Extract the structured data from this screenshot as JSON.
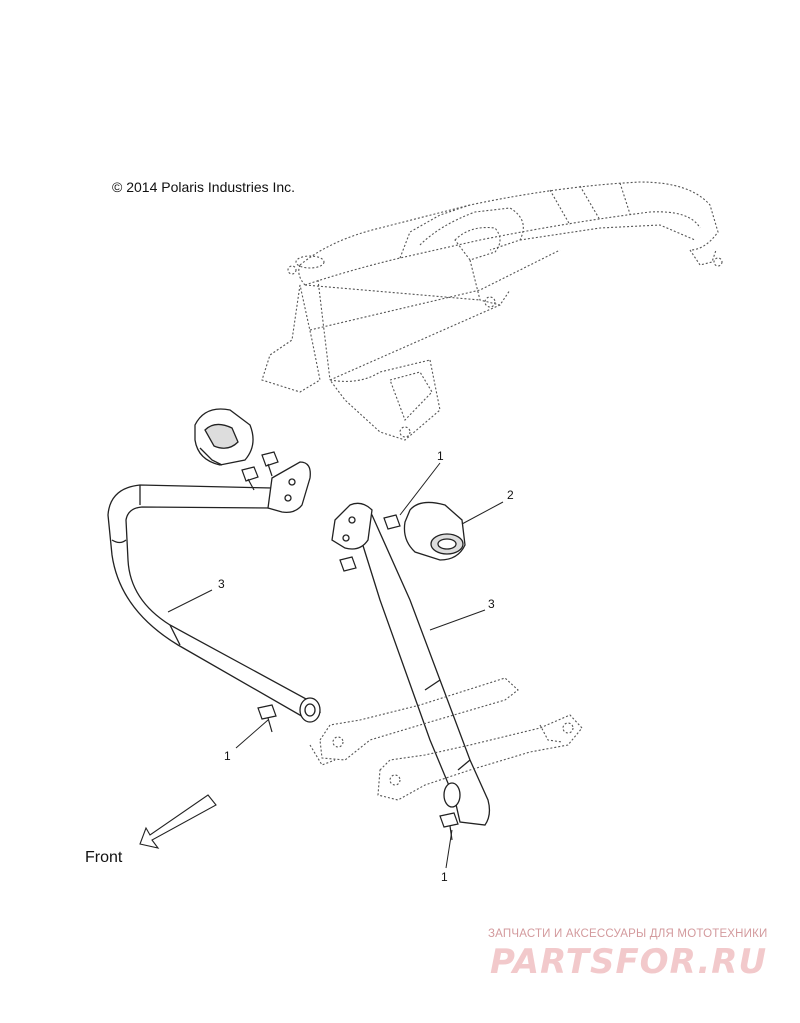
{
  "copyright": "© 2014 Polaris Industries Inc.",
  "front_label": "Front",
  "callouts": [
    {
      "id": "c1a",
      "num": "1"
    },
    {
      "id": "c1b",
      "num": "1"
    },
    {
      "id": "c1c",
      "num": "1"
    },
    {
      "id": "c2",
      "num": "2"
    },
    {
      "id": "c3a",
      "num": "3"
    },
    {
      "id": "c3b",
      "num": "3"
    }
  ],
  "watermark": {
    "caption": "ЗАПЧАСТИ И АКСЕССУАРЫ ДЛЯ МОТОТЕХНИКИ",
    "logo": "PARTSFOR.RU"
  },
  "colors": {
    "line": "#222222",
    "dotted_frame": "#555555",
    "watermark": "#f2c9cb"
  }
}
